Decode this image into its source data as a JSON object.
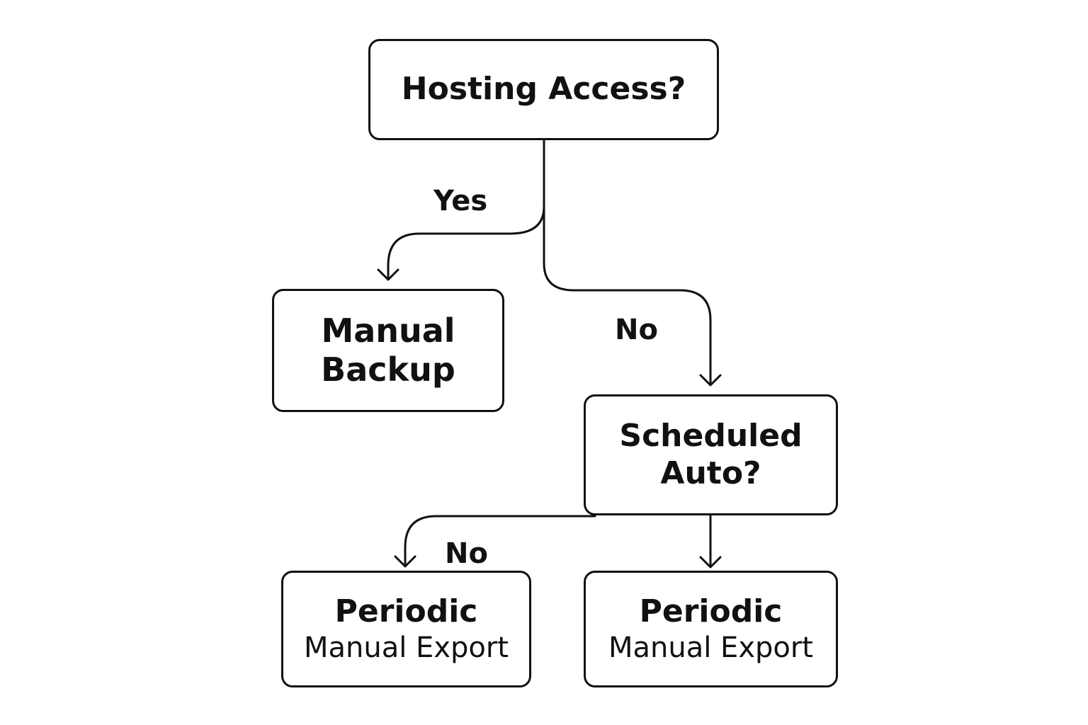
{
  "diagram": {
    "nodes": {
      "hosting_access": {
        "label": "Hosting Access?"
      },
      "manual_backup": {
        "line1": "Manual",
        "line2": "Backup"
      },
      "scheduled_auto": {
        "line1": "Scheduled",
        "line2": "Auto?"
      },
      "export_left": {
        "line1": "Periodic",
        "line2": "Manual Export"
      },
      "export_right": {
        "line1": "Periodic",
        "line2": "Manual Export"
      }
    },
    "edges": {
      "yes": "Yes",
      "no_right": "No",
      "no_bottom": "No"
    },
    "colors": {
      "stroke": "#111111",
      "background": "#ffffff"
    }
  }
}
